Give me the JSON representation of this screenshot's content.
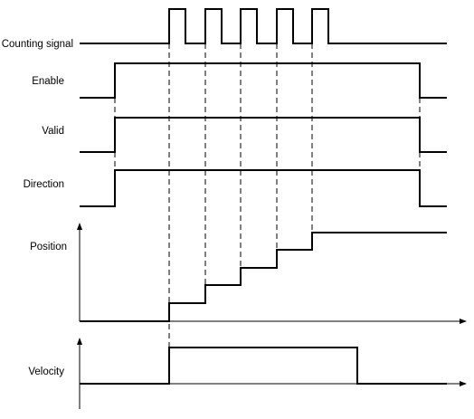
{
  "labels": {
    "counting": "Counting signal",
    "enable": "Enable",
    "valid": "Valid",
    "direction": "Direction",
    "position": "Position",
    "velocity": "Velocity"
  },
  "counting_pulses": 5,
  "position_steps": 5
}
